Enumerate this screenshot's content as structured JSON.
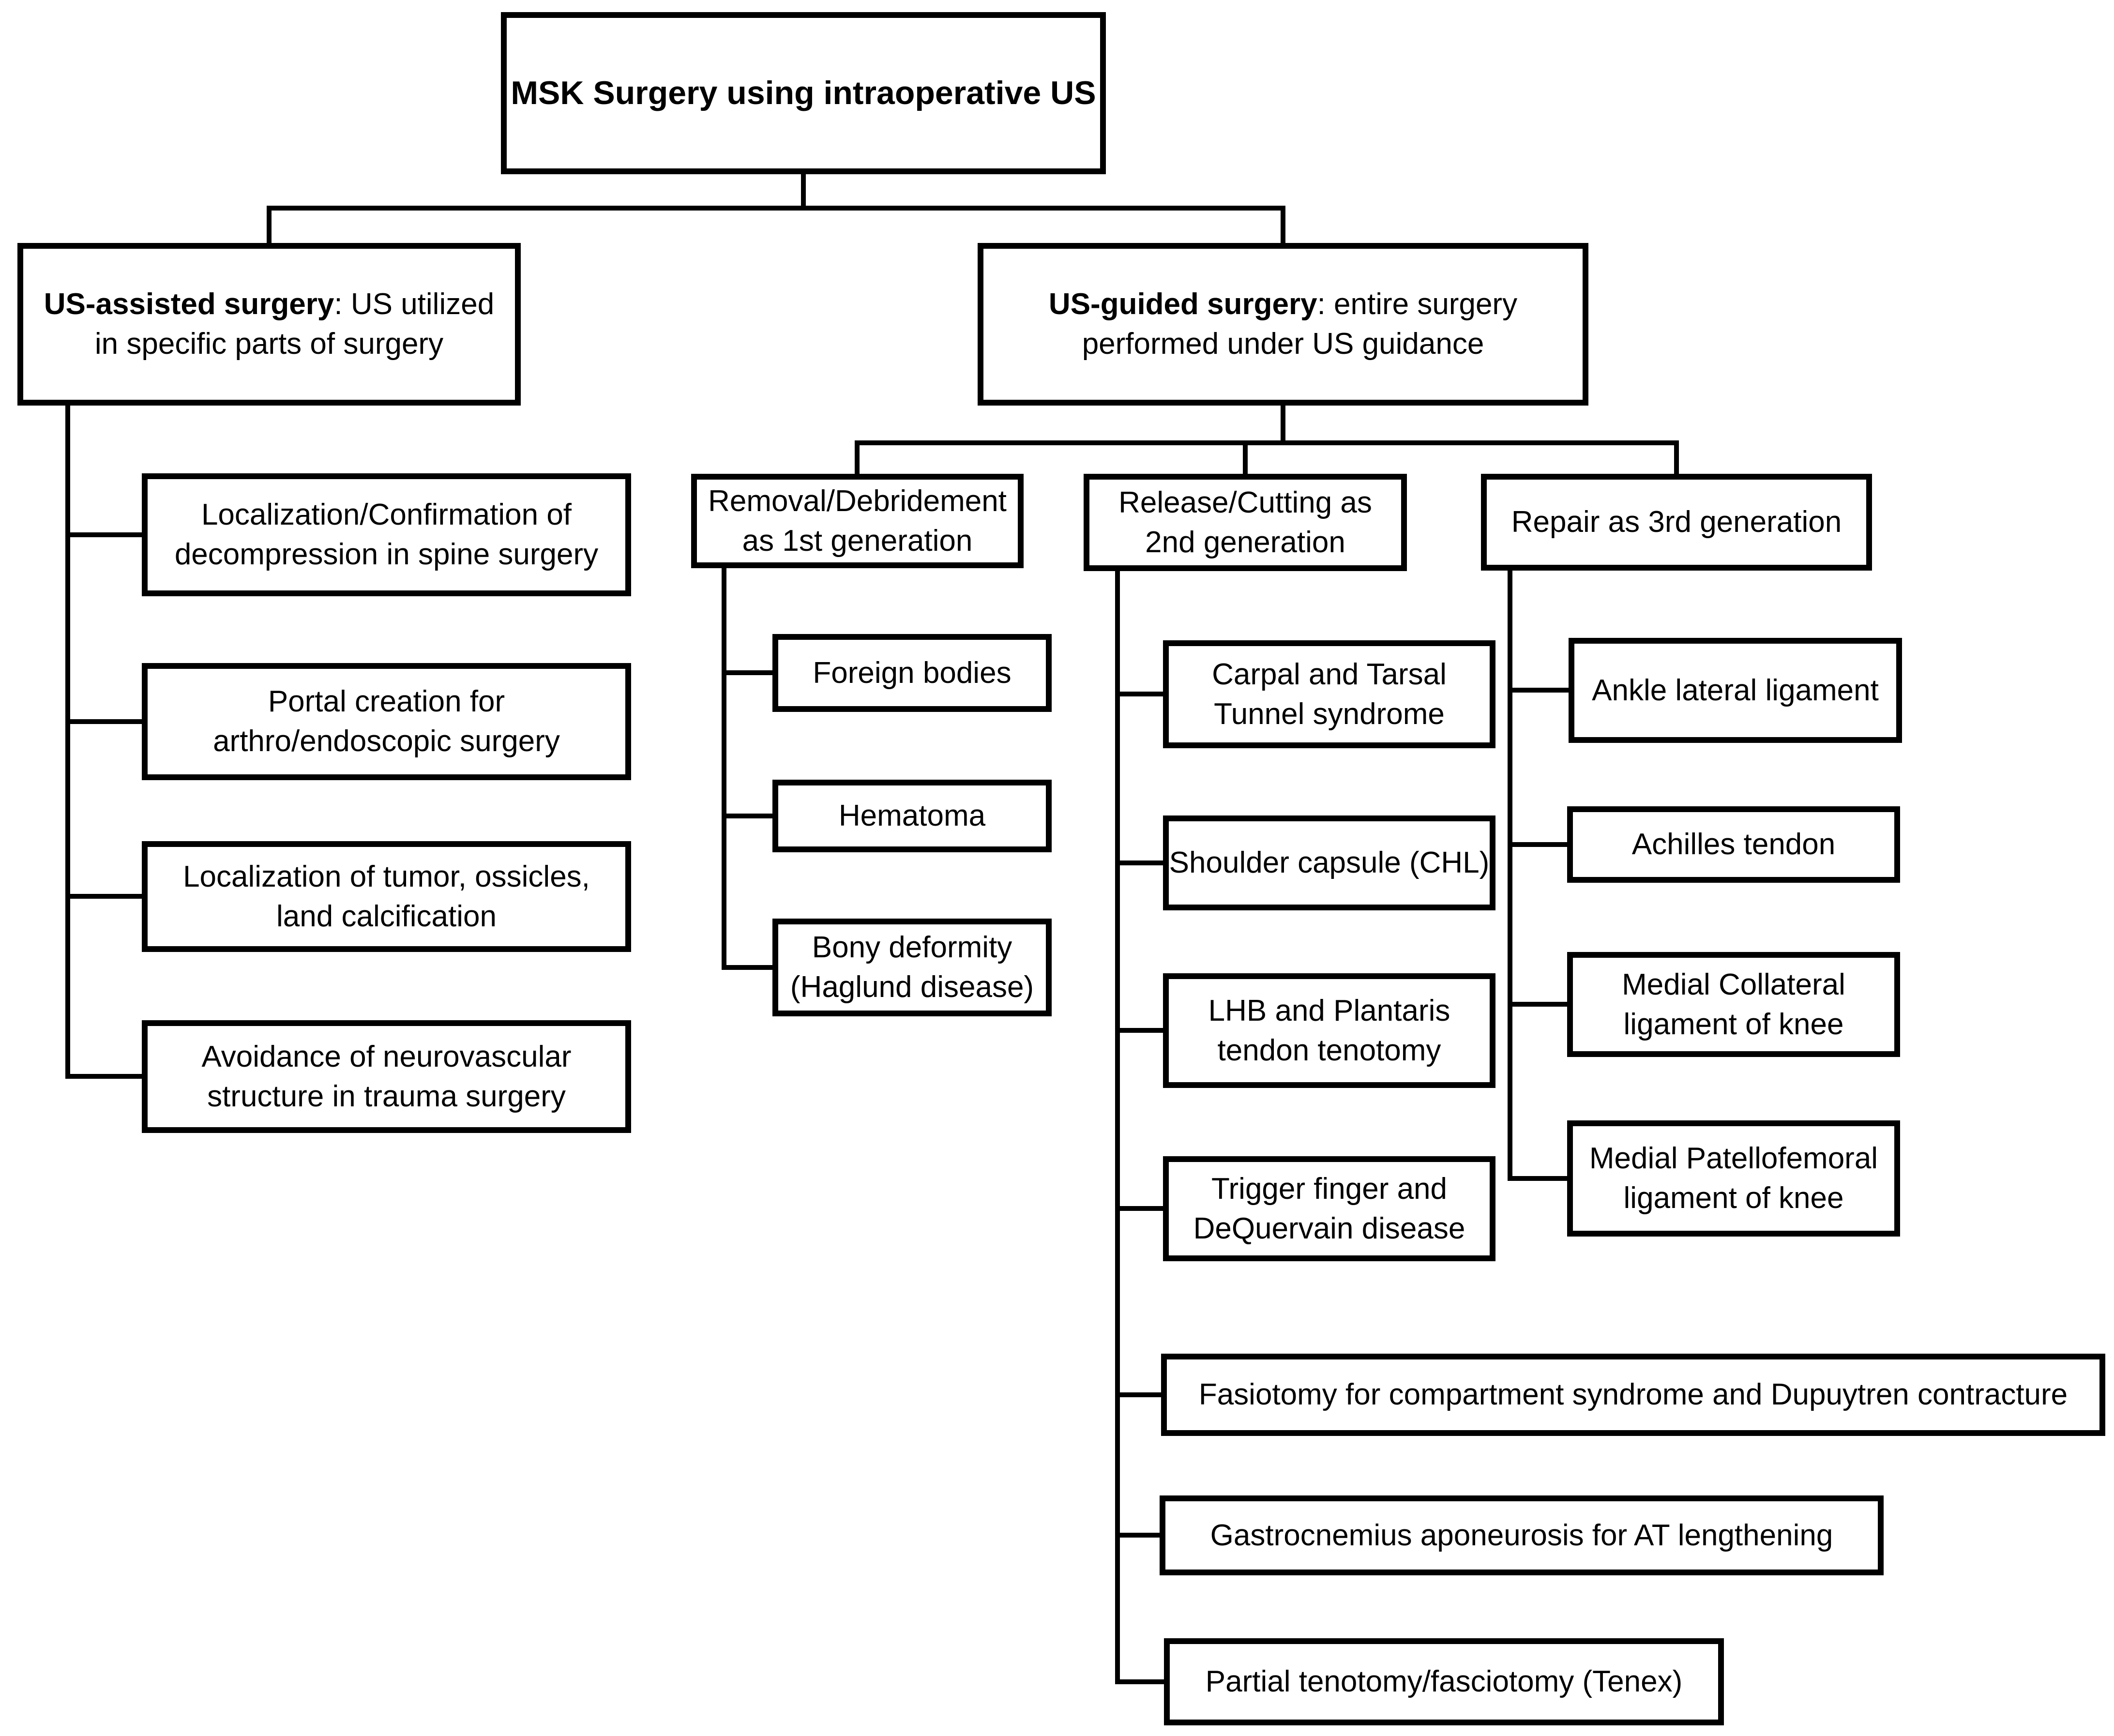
{
  "figure": {
    "title": "MSK Surgery using intraoperative US",
    "us_assisted": {
      "heading_bold": "US-assisted surgery",
      "heading_rest": ": US utilized",
      "heading_line2": "in specific parts of surgery",
      "children": [
        {
          "lines": [
            "Localization/Confirmation of",
            "decompression in spine surgery"
          ]
        },
        {
          "lines": [
            "Portal creation for",
            "arthro/endoscopic surgery"
          ]
        },
        {
          "lines": [
            "Localization of tumor, ossicles,",
            "land calcification"
          ]
        },
        {
          "lines": [
            "Avoidance of neurovascular",
            "structure in trauma surgery"
          ]
        }
      ]
    },
    "us_guided": {
      "heading_bold": "US-guided surgery",
      "heading_rest": ": entire surgery",
      "heading_line2": "performed under US guidance",
      "generations": [
        {
          "label_lines": [
            "Removal/Debridement",
            "as 1st generation"
          ],
          "children": [
            {
              "lines": [
                "Foreign bodies"
              ]
            },
            {
              "lines": [
                "Hematoma"
              ]
            },
            {
              "lines": [
                "Bony deformity",
                "(Haglund disease)"
              ]
            }
          ]
        },
        {
          "label_lines": [
            "Release/Cutting as",
            "2nd generation"
          ],
          "children": [
            {
              "lines": [
                "Carpal and Tarsal",
                "Tunnel syndrome"
              ]
            },
            {
              "lines": [
                "Shoulder capsule (CHL)"
              ]
            },
            {
              "lines": [
                "LHB and Plantaris",
                "tendon tenotomy"
              ]
            },
            {
              "lines": [
                "Trigger finger and",
                "DeQuervain disease"
              ]
            },
            {
              "lines": [
                "Fasiotomy for compartment syndrome and Dupuytren contracture"
              ]
            },
            {
              "lines": [
                "Gastrocnemius aponeurosis for AT lengthening"
              ]
            },
            {
              "lines": [
                "Partial tenotomy/fasciotomy (Tenex)"
              ]
            }
          ]
        },
        {
          "label_lines": [
            "Repair as 3rd generation"
          ],
          "children": [
            {
              "lines": [
                "Ankle lateral ligament"
              ]
            },
            {
              "lines": [
                "Achilles tendon"
              ]
            },
            {
              "lines": [
                "Medial Collateral",
                "ligament of knee"
              ]
            },
            {
              "lines": [
                "Medial Patellofemoral",
                "ligament of knee"
              ]
            }
          ]
        }
      ]
    },
    "colors": {
      "line": "#000000",
      "text": "#000000",
      "background": "#ffffff"
    }
  }
}
